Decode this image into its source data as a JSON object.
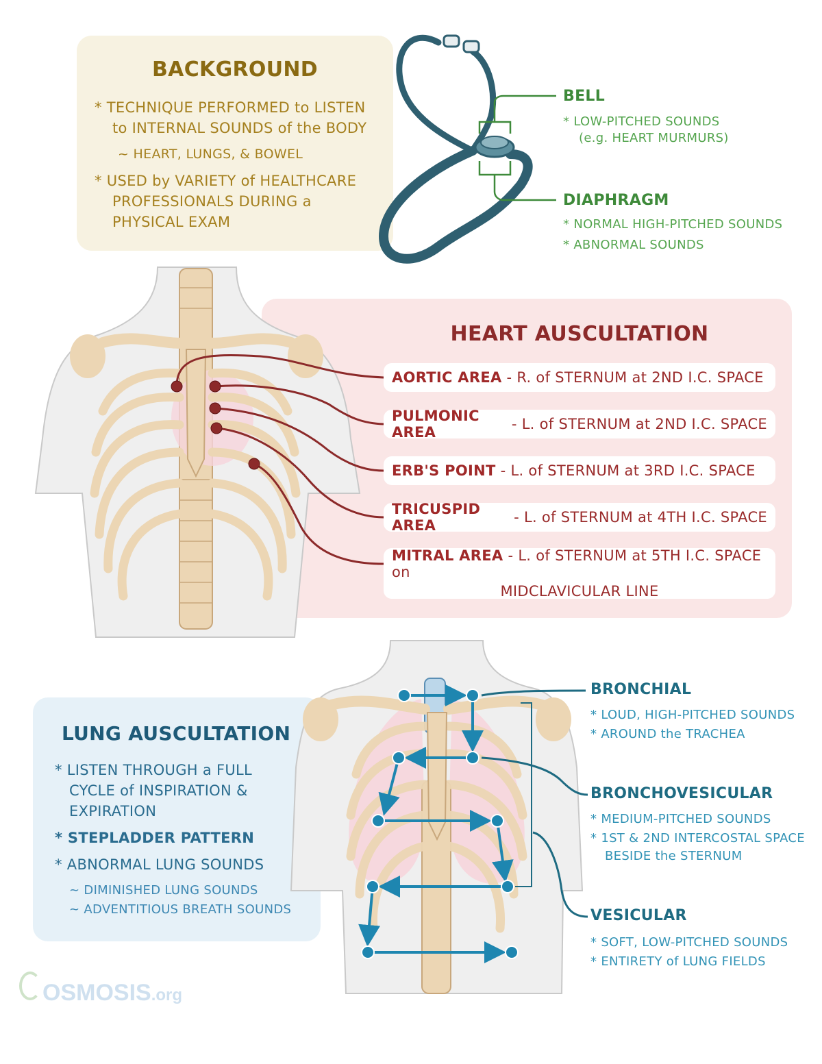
{
  "background": {
    "title": "BACKGROUND",
    "bullets": [
      "* TECHNIQUE PERFORMED to LISTEN",
      "to INTERNAL SOUNDS of the BODY",
      "~ HEART, LUNGS, & BOWEL",
      "* USED by VARIETY of HEALTHCARE",
      "PROFESSIONALS DURING a",
      "PHYSICAL EXAM"
    ]
  },
  "stethoscope": {
    "bell": {
      "title": "BELL",
      "lines": [
        "* LOW-PITCHED SOUNDS",
        "(e.g. HEART MURMURS)"
      ]
    },
    "diaphragm": {
      "title": "DIAPHRAGM",
      "lines": [
        "* NORMAL HIGH-PITCHED SOUNDS",
        "* ABNORMAL SOUNDS"
      ]
    }
  },
  "heart": {
    "title": "HEART AUSCULTATION",
    "rows": [
      {
        "name": "AORTIC AREA",
        "text": " - R. of STERNUM at 2ND I.C. SPACE"
      },
      {
        "name": "PULMONIC AREA",
        "text": " - L. of STERNUM at 2ND I.C. SPACE"
      },
      {
        "name": "ERB'S POINT",
        "text": " - L. of STERNUM at 3RD I.C. SPACE"
      },
      {
        "name": "TRICUSPID AREA",
        "text": "  - L. of STERNUM at 4TH I.C. SPACE"
      },
      {
        "name": "MITRAL AREA",
        "text": " - L. of STERNUM at 5TH I.C. SPACE on",
        "text2": "MIDCLAVICULAR LINE"
      }
    ]
  },
  "lung": {
    "title": "LUNG AUSCULTATION",
    "bullets": [
      "* LISTEN THROUGH a FULL",
      "CYCLE of INSPIRATION &",
      "EXPIRATION",
      "* STEPLADDER PATTERN",
      "* ABNORMAL LUNG SOUNDS"
    ],
    "sub": [
      "~ DIMINISHED LUNG SOUNDS",
      "~ ADVENTITIOUS BREATH SOUNDS"
    ]
  },
  "breath_sounds": {
    "bronchial": {
      "title": "BRONCHIAL",
      "lines": [
        "* LOUD, HIGH-PITCHED SOUNDS",
        "* AROUND the TRACHEA"
      ]
    },
    "bronchovesicular": {
      "title": "BRONCHOVESICULAR",
      "lines": [
        "* MEDIUM-PITCHED SOUNDS",
        "* 1ST & 2ND INTERCOSTAL SPACE",
        "BESIDE the STERNUM"
      ]
    },
    "vesicular": {
      "title": "VESICULAR",
      "lines": [
        "* SOFT, LOW-PITCHED SOUNDS",
        "* ENTIRETY of LUNG FIELDS"
      ]
    }
  },
  "logo": {
    "text": "OSMOSIS",
    "suffix": ".org"
  },
  "colors": {
    "background_card": "#f7f2e1",
    "heart_card": "#fae6e6",
    "lung_card": "#e6f1f8",
    "heart_accent": "#8c2a2a",
    "teal_accent": "#1e6b82",
    "green_accent": "#3e8a3a",
    "stethoscope": "#2f5f70"
  }
}
